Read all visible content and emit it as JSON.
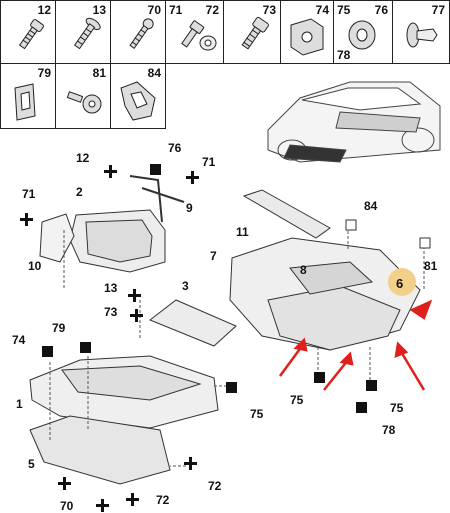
{
  "catalog": {
    "top_row": [
      "12",
      "13",
      "70",
      "71",
      "72",
      "73",
      "74",
      "75",
      "76",
      "77",
      "78"
    ],
    "second_row": [
      "79",
      "81",
      "84"
    ]
  },
  "callouts": {
    "c1": "1",
    "c2": "2",
    "c3": "3",
    "c5": "5",
    "c6": "6",
    "c7": "7",
    "c8": "8",
    "c9": "9",
    "c10": "10",
    "c11": "11",
    "c12": "12",
    "c13": "13",
    "c70": "70",
    "c71a": "71",
    "c71b": "71",
    "c72a": "72",
    "c72b": "72",
    "c73": "73",
    "c74": "74",
    "c75a": "75",
    "c75b": "75",
    "c75c": "75",
    "c76": "76",
    "c78": "78",
    "c79": "79",
    "c81": "81",
    "c84": "84"
  },
  "colors": {
    "highlight": "#f2d08a",
    "arrow": "#e0211b",
    "line": "#222222"
  }
}
